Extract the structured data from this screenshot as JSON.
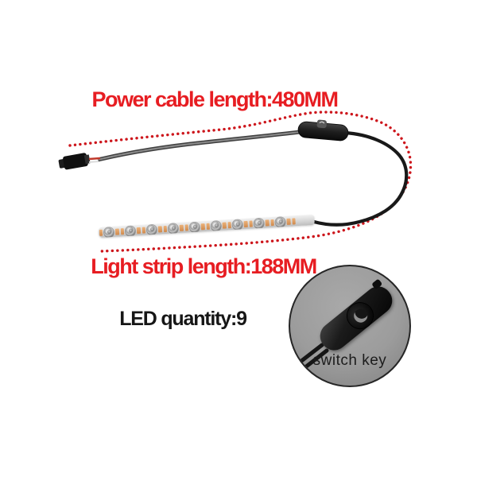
{
  "labels": {
    "power_cable_length": "Power cable length:480MM",
    "light_strip_length": "Light strip length:188MM",
    "led_quantity": "LED quantity:9",
    "switch_key": "switch key"
  },
  "strip": {
    "led_count": 9
  },
  "colors": {
    "annotation_red": "#e71d22",
    "dotted_line_red": "#cd161c",
    "label_black": "#161616",
    "cable_gray": "#404040",
    "cable_black": "#191919",
    "strip_body": "#dedede",
    "copper_pad": "#dc9c62",
    "inset_gray": "#9c9c9c",
    "switch_black": "#141414"
  }
}
